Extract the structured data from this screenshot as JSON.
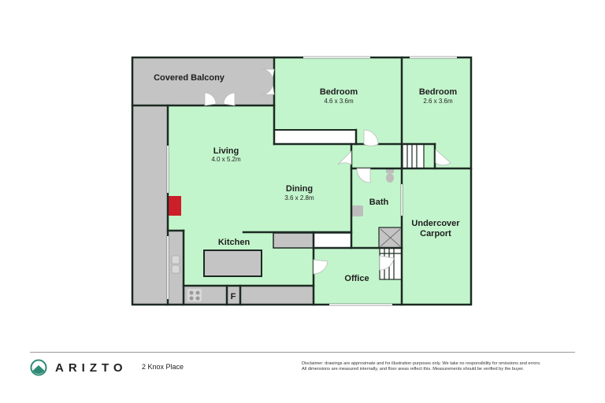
{
  "colors": {
    "room_green": "#c3f5cc",
    "outdoor_gray": "#c4c4c4",
    "wall": "#1c2a22",
    "fireplace_red": "#cc1f2a",
    "brand_teal": "#2e8a74",
    "fixture_gray": "#bdbdbd"
  },
  "rooms": {
    "balcony": {
      "name": "Covered Balcony"
    },
    "bedroom1": {
      "name": "Bedroom",
      "dim": "4.6 x 3.6m"
    },
    "bedroom2": {
      "name": "Bedroom",
      "dim": "2.6 x 3.6m"
    },
    "living": {
      "name": "Living",
      "dim": "4.0 x 5.2m"
    },
    "dining": {
      "name": "Dining",
      "dim": "3.6 x 2.8m"
    },
    "bath": {
      "name": "Bath"
    },
    "carport": {
      "name": "Undercover",
      "name2": "Carport"
    },
    "kitchen": {
      "name": "Kitchen"
    },
    "office": {
      "name": "Office"
    },
    "fridge": {
      "label": "F"
    }
  },
  "footer": {
    "brand": "ARIZTO",
    "address": "2 Knox Place",
    "disclaimer_line1": "Disclaimer: drawings are approximate and for illustration purposes only. We take no responsibility for omissions and errors.",
    "disclaimer_line2": "All dimensions are measured internally, and floor areas reflect this. Measurements should be verified by the buyer."
  }
}
